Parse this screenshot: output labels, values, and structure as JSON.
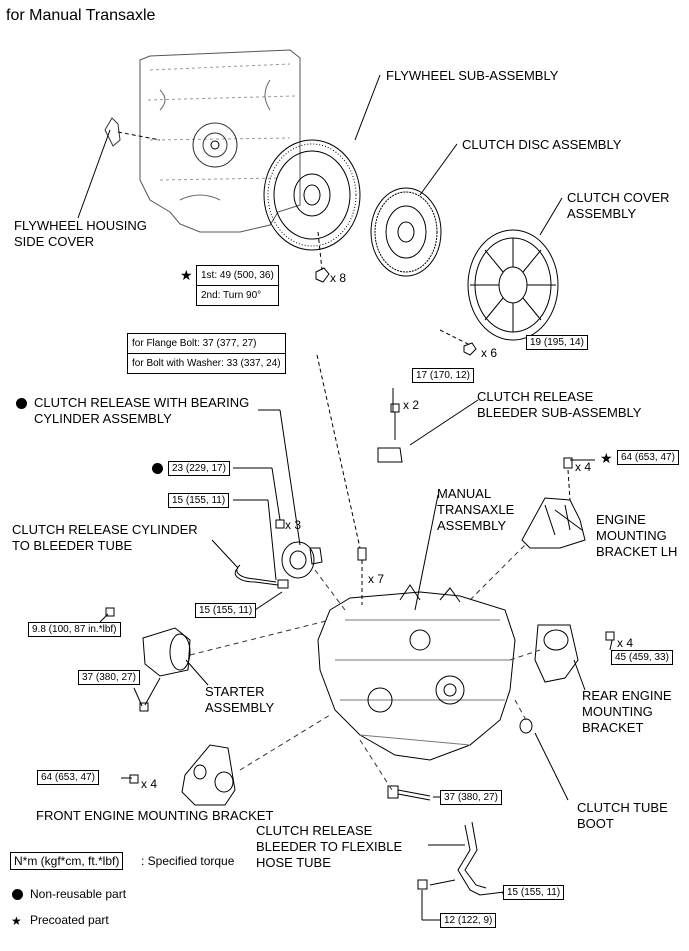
{
  "title": "for Manual Transaxle",
  "components": {
    "flywheel": "FLYWHEEL SUB-ASSEMBLY",
    "clutch_disc": "CLUTCH DISC ASSEMBLY",
    "clutch_cover": [
      "CLUTCH COVER",
      "ASSEMBLY"
    ],
    "housing_side_cover": [
      "FLYWHEEL HOUSING",
      "SIDE COVER"
    ],
    "release_cylinder": [
      "CLUTCH RELEASE WITH BEARING",
      "CYLINDER ASSEMBLY"
    ],
    "bleeder_sub": [
      "CLUTCH RELEASE",
      "BLEEDER SUB-ASSEMBLY"
    ],
    "cyl_bleeder_tube": [
      "CLUTCH RELEASE CYLINDER",
      "TO BLEEDER TUBE"
    ],
    "transaxle": [
      "MANUAL",
      "TRANSAXLE",
      "ASSEMBLY"
    ],
    "engine_bracket_lh": [
      "ENGINE",
      "MOUNTING",
      "BRACKET LH"
    ],
    "starter": [
      "STARTER",
      "ASSEMBLY"
    ],
    "rear_bracket": [
      "REAR ENGINE",
      "MOUNTING",
      "BRACKET"
    ],
    "front_bracket": "FRONT ENGINE MOUNTING BRACKET",
    "clutch_tube_boot": [
      "CLUTCH TUBE",
      "BOOT"
    ],
    "flexible_hose_tube": [
      "CLUTCH RELEASE",
      "BLEEDER TO FLEXIBLE",
      "HOSE TUBE"
    ]
  },
  "torques": {
    "flywheel_1st": "1st: 49 (500, 36)",
    "flywheel_2nd": "2nd: Turn 90°",
    "cover_bolt": "19 (195, 14)",
    "flange_bolt": "for Flange Bolt: 37 (377, 27)",
    "washer_bolt": "for Bolt with Washer: 33 (337, 24)",
    "bleeder_bolt": "17 (170, 12)",
    "bracket_lh": "64 (653, 47)",
    "release_cyl_bolt": "23 (229, 17)",
    "tube_upper": "15 (155, 11)",
    "tube_lower": "15 (155, 11)",
    "starter_upper": "9.8 (100, 87 in.*lbf)",
    "starter_lower": "37 (380, 27)",
    "rear_bracket": "45 (459, 33)",
    "front_bracket": "64 (653, 47)",
    "bottom_bolt": "37 (380, 27)",
    "hose_upper": "15 (155, 11)",
    "hose_lower": "12 (122, 9)"
  },
  "quantities": {
    "flywheel": "x 8",
    "cover": "x 6",
    "bleeder": "x 2",
    "bracket_lh": "x 4",
    "release_cyl": "x 3",
    "transaxle": "x 7",
    "rear_bracket": "x 4",
    "front_bracket": "x 4"
  },
  "legend": {
    "unit_box": "N*m (kgf*cm, ft.*lbf)",
    "unit_text": ": Specified torque",
    "non_reusable": "Non-reusable part",
    "precoated": "Precoated part"
  }
}
